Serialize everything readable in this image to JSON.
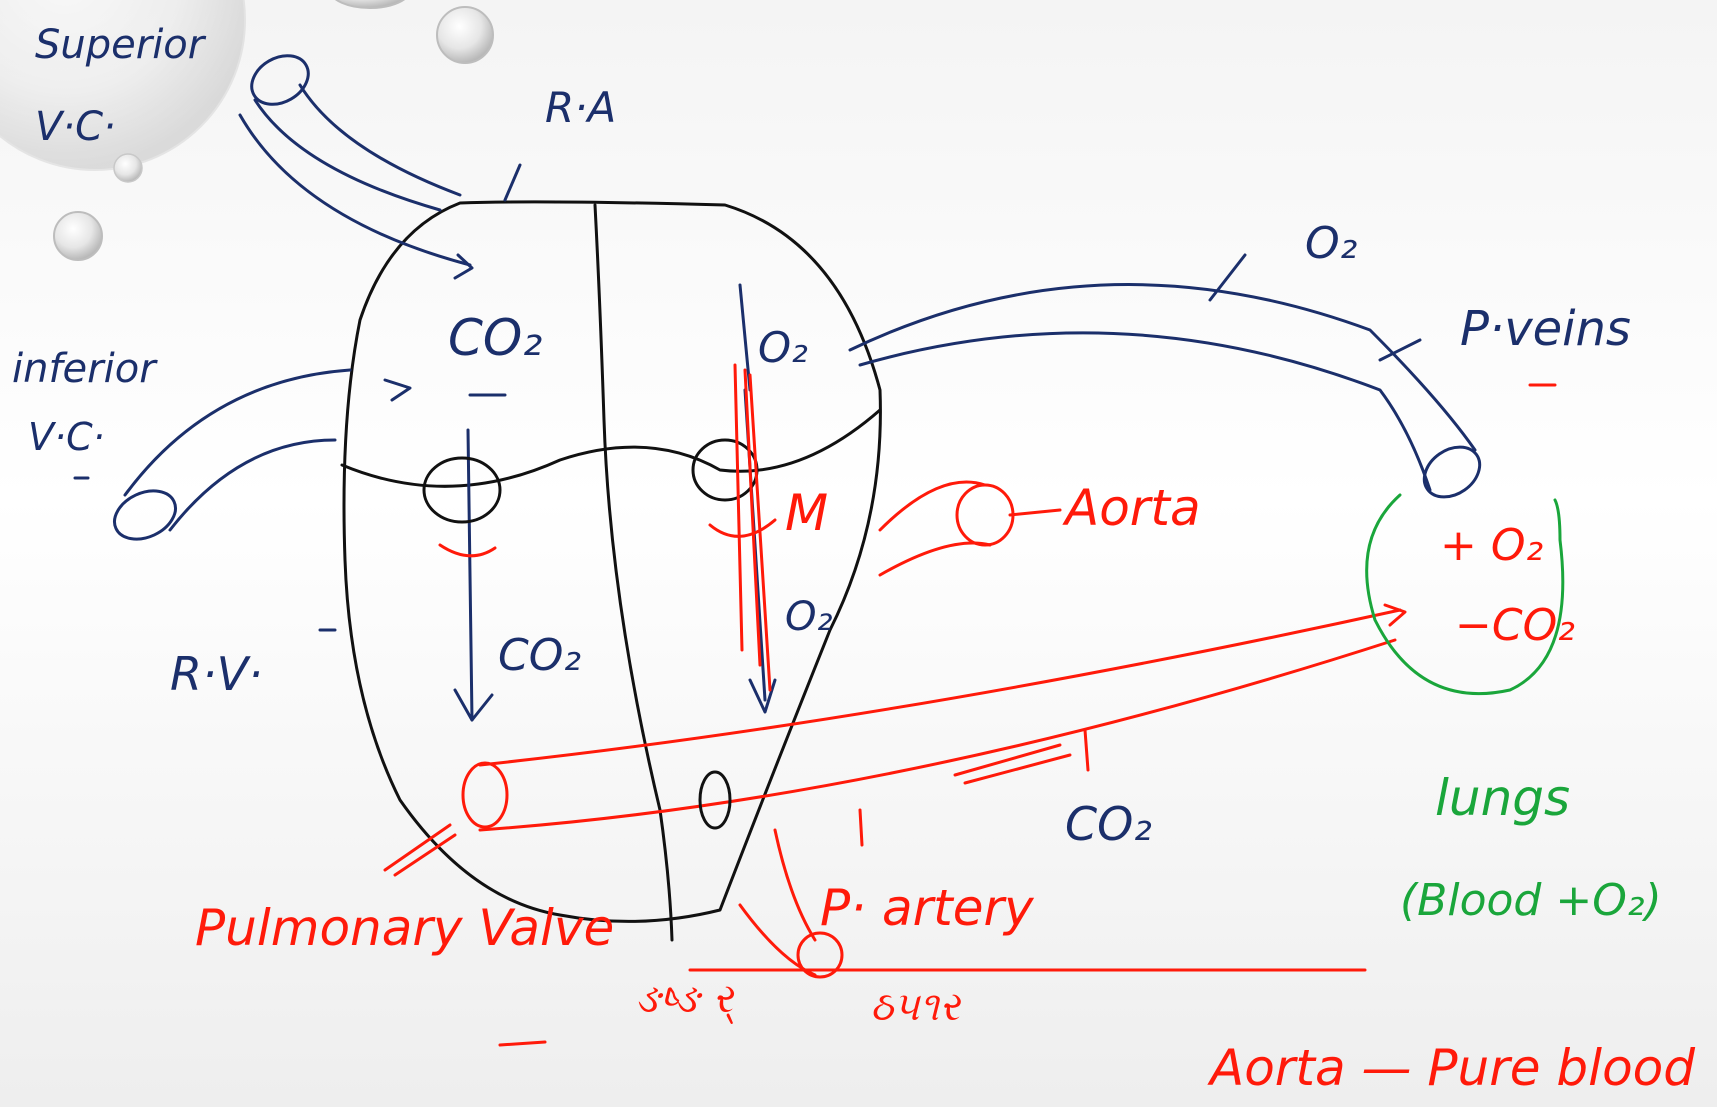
{
  "labels": {
    "superior_vc_line1": "Superior",
    "superior_vc_line2": "V·C·",
    "ra": "R·A",
    "inferior_vc_line1": "inferior",
    "inferior_vc_line2": "V·C·",
    "rv": "R·V·",
    "co2_ra": "CO₂",
    "co2_rv": "CO₂",
    "o2_la": "O₂",
    "o2_lv": "O₂",
    "o2_top": "O₂",
    "p_veins": "P·veins",
    "plus_o2": "+ O₂",
    "minus_co2": "−CO₂",
    "lungs": "lungs",
    "blood_o2": "(Blood +O₂)",
    "aorta": "Aorta",
    "m": "M",
    "co2_artery": "CO₂",
    "p_artery": "P· artery",
    "pulmonary_valve": "Pulmonary Valve",
    "script_1": "ઙષ્ઙ ર્",
    "script_2": "ઠ૫૧ર",
    "aorta_pure": "Aorta — Pure blood"
  },
  "colors": {
    "ink_blue": "#1b2f6b",
    "ink_red": "#ff1a0a",
    "ink_green": "#1aa63b",
    "ink_black": "#111111"
  }
}
